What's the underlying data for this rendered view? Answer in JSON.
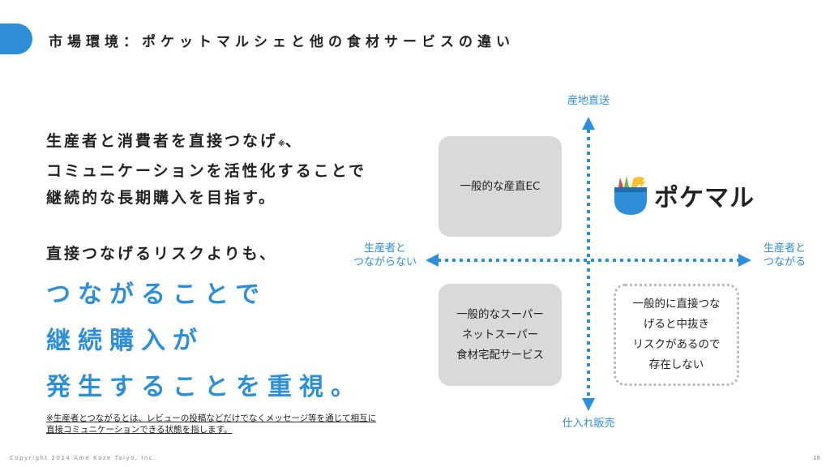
{
  "header": {
    "title": "市場環境：ポケットマルシェと他の食材サービスの違い"
  },
  "left": {
    "lead_lines": [
      "生産者と消費者を直接つなげ",
      "コミュニケーションを活性化することで",
      "継続的な長期購入を目指す。"
    ],
    "lead_suffix": "、",
    "lead_mark": "※",
    "sub_lead": "直接つなげるリスクよりも、",
    "emphasis_lines": [
      "つながることで",
      "継続購入が",
      "発生することを重視。"
    ],
    "footnote_lines": [
      "※生産者とつながるとは、レビューの投稿などだけでなくメッセージ等を通じて相互に",
      "直接コミュニケーションできる状態を指します。"
    ]
  },
  "matrix": {
    "axis_top": "産地直送",
    "axis_bottom": "仕入れ販売",
    "axis_left_lines": [
      "生産者と",
      "つながらない"
    ],
    "axis_right_lines": [
      "生産者と",
      "つながる"
    ],
    "box_top_left": [
      "一般的な産直EC"
    ],
    "box_bottom_left": [
      "一般的なスーパー",
      "ネットスーパー",
      "食材宅配サービス"
    ],
    "box_bottom_right": [
      "一般的に直接つな",
      "げると中抜き",
      "リスクがあるので",
      "存在しない"
    ],
    "logo_text": "ポケマル"
  },
  "footer": {
    "copyright": "Copyright 2024 Ame Kaze Taiyo, Inc.",
    "page_number": "18"
  },
  "colors": {
    "accent": "#2e8fd8",
    "box_fill": "#d9d9d9",
    "box_dashed": "#bbbbbb"
  }
}
